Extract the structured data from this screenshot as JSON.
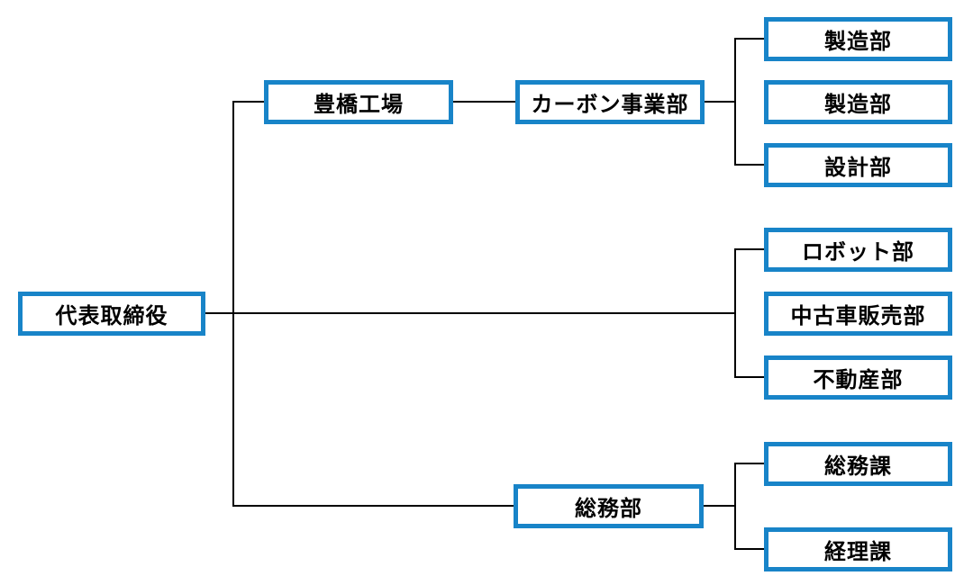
{
  "diagram": {
    "type": "org-chart",
    "colors": {
      "box_border": "#1884C8",
      "box_fill": "#FFFFFF",
      "text": "#000000",
      "connector": "#000000",
      "background": "#FFFFFF"
    },
    "hierarchy": {
      "label": "代表取締役",
      "children": [
        {
          "label": "豊橋工場",
          "children": [
            {
              "label": "カーボン事業部",
              "children": [
                {
                  "label": "製造部"
                },
                {
                  "label": "製造部"
                },
                {
                  "label": "設計部"
                }
              ]
            }
          ]
        },
        {
          "label": "ロボット部"
        },
        {
          "label": "中古車販売部"
        },
        {
          "label": "不動産部"
        },
        {
          "label": "総務部",
          "children": [
            {
              "label": "総務課"
            },
            {
              "label": "経理課"
            }
          ]
        }
      ]
    }
  }
}
